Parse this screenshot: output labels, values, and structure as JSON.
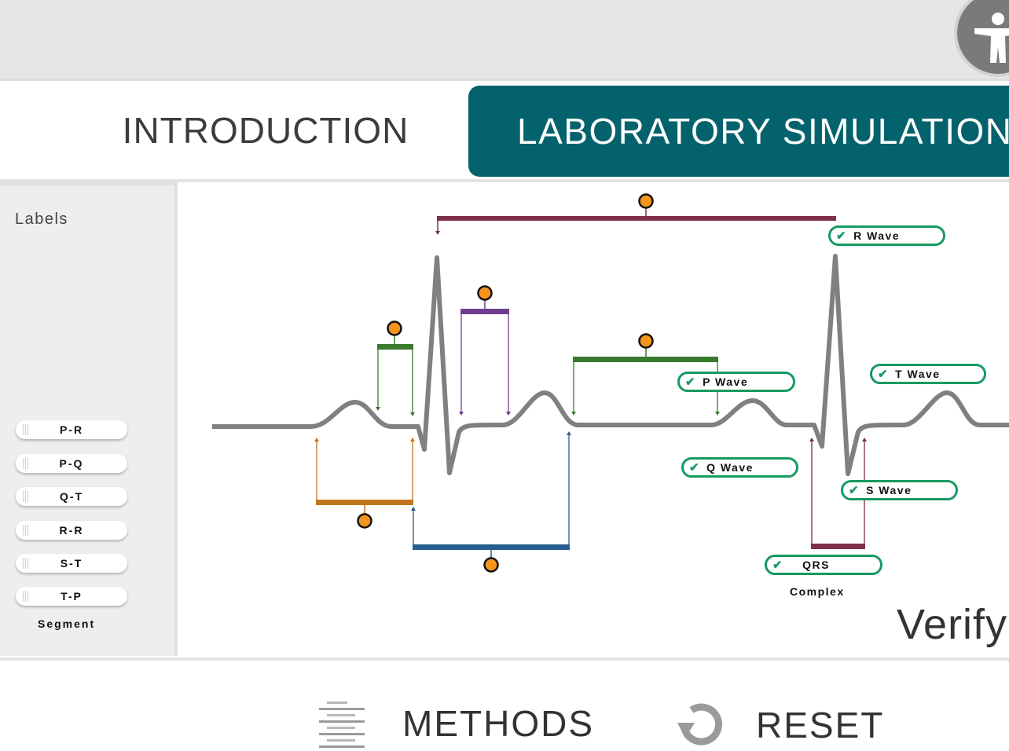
{
  "tabs": {
    "intro_label": "INTRODUCTION",
    "lab_label": "LABORATORY SIMULATION"
  },
  "sidebar": {
    "title": "Labels",
    "chips": [
      "P-R",
      "P-Q",
      "Q-T",
      "R-R",
      "S-T",
      "T-P"
    ],
    "segment_label": "Segment"
  },
  "wave_labels": {
    "r_wave": "R Wave",
    "p_wave": "P Wave",
    "t_wave": "T Wave",
    "q_wave": "Q Wave",
    "s_wave": "S Wave",
    "qrs": "QRS",
    "complex": "Complex"
  },
  "verify_label": "Verify",
  "bottom": {
    "methods_label": "METHODS",
    "reset_label": "RESET"
  },
  "colors": {
    "teal": "#04626c",
    "label_green": "#159a62",
    "marker_orange": "#f7941d",
    "bracket_maroon": "#7e2f4a",
    "bracket_green": "#3a7a2e",
    "bracket_purple": "#6f3e8e",
    "bracket_orange": "#c0761c",
    "bracket_blue": "#245d8e"
  },
  "icons": {
    "accessibility": "accessibility-icon",
    "methods": "list-lines-icon",
    "reset": "reset-arrow-icon",
    "check": "check-icon",
    "drop_target": "drop-target-icon"
  }
}
